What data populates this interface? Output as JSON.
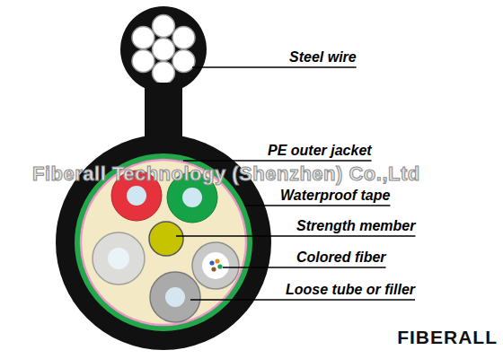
{
  "diagram": {
    "labels": [
      "Steel wire",
      "PE outer jacket",
      "Waterproof tape",
      "Strength member",
      "Colored fiber",
      "Loose tube or filler",
      "Fiberall Technology (Shenzhen) Co.,Ltd",
      "FIBERALL"
    ]
  }
}
